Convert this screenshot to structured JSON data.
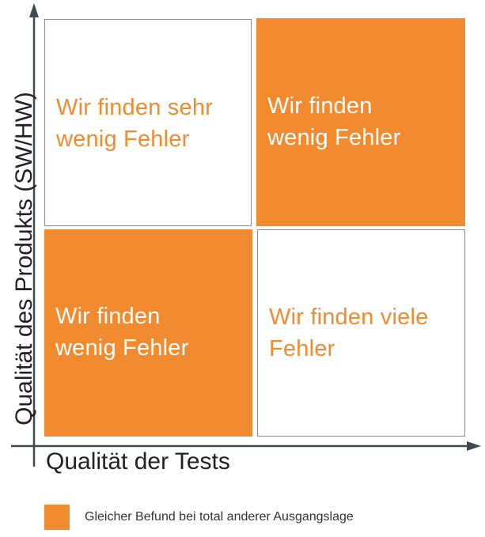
{
  "axes": {
    "y_label": "Qualität des Produkts (SW/HW)",
    "x_label": "Qualität der Tests"
  },
  "quadrants": {
    "top_left": {
      "line1": "Wir finden sehr",
      "line2": "wenig Fehler",
      "style": "outlined"
    },
    "top_right": {
      "line1": "Wir finden",
      "line2": "wenig Fehler",
      "style": "filled"
    },
    "bottom_left": {
      "line1": "Wir finden",
      "line2": "wenig Fehler",
      "style": "filled"
    },
    "bottom_right": {
      "line1": "Wir finden viele",
      "line2": "Fehler",
      "style": "outlined"
    }
  },
  "legend": {
    "text": "Gleicher Befund bei total anderer Ausgangslage",
    "swatch_color": "#f28a30"
  },
  "colors": {
    "accent": "#f28a30",
    "axis": "#3d4a50",
    "border": "#8c8c8c"
  }
}
